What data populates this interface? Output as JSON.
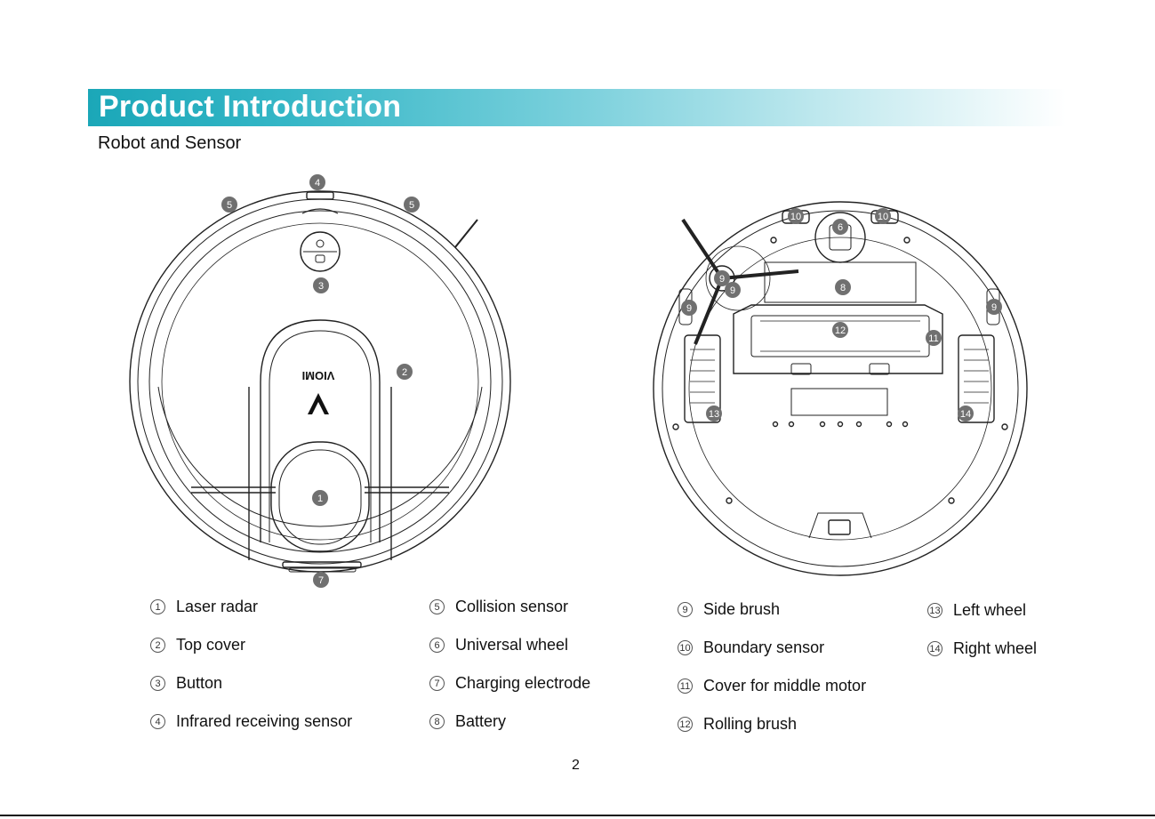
{
  "header": {
    "title": "Product Introduction",
    "subtitle": "Robot and Sensor"
  },
  "brand": {
    "logo_text": "VIOMI",
    "accent_color": "#1ba7b8"
  },
  "top_view": {
    "callouts": [
      "1",
      "2",
      "3",
      "4",
      "5",
      "5",
      "7"
    ]
  },
  "bottom_view": {
    "callouts": [
      "10",
      "6",
      "10",
      "9",
      "8",
      "9",
      "9",
      "12",
      "11",
      "9",
      "13",
      "14"
    ]
  },
  "legend": [
    {
      "num": "1",
      "label": "Laser radar"
    },
    {
      "num": "2",
      "label": "Top cover"
    },
    {
      "num": "3",
      "label": "Button"
    },
    {
      "num": "4",
      "label": "Infrared receiving sensor"
    },
    {
      "num": "5",
      "label": "Collision sensor"
    },
    {
      "num": "6",
      "label": "Universal wheel"
    },
    {
      "num": "7",
      "label": "Charging electrode"
    },
    {
      "num": "8",
      "label": "Battery"
    },
    {
      "num": "9",
      "label": "Side brush"
    },
    {
      "num": "10",
      "label": "Boundary sensor"
    },
    {
      "num": "11",
      "label": "Cover for middle motor"
    },
    {
      "num": "12",
      "label": "Rolling brush"
    },
    {
      "num": "13",
      "label": "Left wheel"
    },
    {
      "num": "14",
      "label": "Right wheel"
    }
  ],
  "page_number": "2"
}
